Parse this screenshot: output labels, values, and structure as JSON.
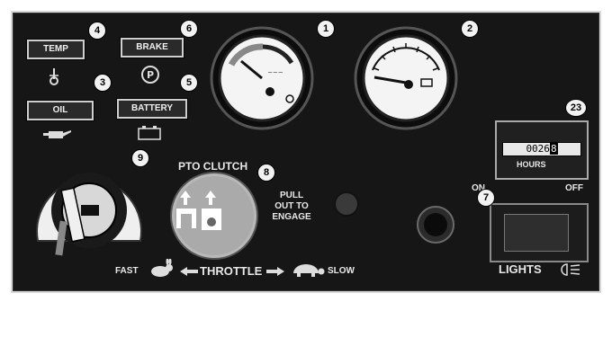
{
  "indicators": {
    "temp": "TEMP",
    "brake": "BRAKE",
    "oil": "OIL",
    "battery": "BATTERY"
  },
  "callouts": {
    "c1": "1",
    "c2": "2",
    "c3": "3",
    "c4": "4",
    "c5": "5",
    "c6": "6",
    "c7": "7",
    "c8": "8",
    "c9": "9",
    "c23": "23"
  },
  "pto": {
    "title": "PTO CLUTCH",
    "instruction": "PULL OUT TO ENGAGE"
  },
  "hour_meter": {
    "label": "HOURS",
    "reading": "0026",
    "tenths": "8"
  },
  "lights": {
    "on": "ON",
    "off": "OFF",
    "label": "LIGHTS"
  },
  "throttle": {
    "fast": "FAST",
    "label": "THROTTLE",
    "slow": "SLOW"
  },
  "icons": {
    "temp": "thermometer-icon",
    "brake": "parking-brake-icon",
    "oil": "oil-can-icon",
    "battery": "battery-icon",
    "fast": "rabbit-icon",
    "slow": "turtle-icon",
    "lights": "headlight-icon"
  }
}
